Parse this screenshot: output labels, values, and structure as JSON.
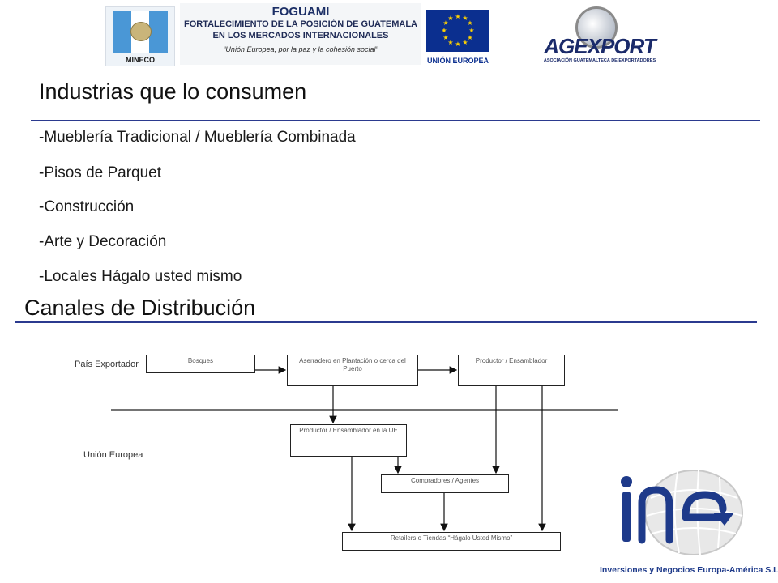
{
  "header": {
    "mineco": {
      "label": "MINECO"
    },
    "foguami": {
      "title": "FOGUAMI",
      "line1": "FORTALECIMIENTO DE LA POSICIÓN DE GUATEMALA",
      "line2": "EN LOS MERCADOS INTERNACIONALES",
      "tagline": "“Unión Europea, por la paz y la cohesión social”"
    },
    "eu": {
      "label": "UNIÓN EUROPEA"
    },
    "agexport": {
      "name": "AGEXPORT",
      "subtitle": "ASOCIACIÓN GUATEMALTECA DE EXPORTADORES"
    }
  },
  "section1": {
    "title": "Industrias que lo consumen",
    "items": [
      "-Mueblería Tradicional / Mueblería Combinada",
      "-Pisos de Parquet",
      "-Construcción",
      "-Arte y Decoración",
      "-Locales Hágalo usted mismo"
    ]
  },
  "section2": {
    "title": "Canales de Distribución",
    "regions": {
      "exporter": "País Exportador",
      "eu": "Unión Europea"
    },
    "boxes": {
      "bosques": "Bosques",
      "aserradero": "Aserradero  en  Plantación  o cerca del Puerto",
      "productor": "Productor / Ensamblador",
      "productor_ue": "Productor / Ensamblador   en  la UE",
      "compradores": "Compradores / Agentes",
      "retailers": "Retailers o Tiendas  “Hágalo Usted Mismo”"
    }
  },
  "footer": {
    "company": "Inversiones y Negocios Europa-América S.L."
  },
  "colors": {
    "rule": "#2b3a8f",
    "brand_blue": "#1e3a8a",
    "eu_blue": "#0b2f8f",
    "eu_star": "#ffd200"
  }
}
